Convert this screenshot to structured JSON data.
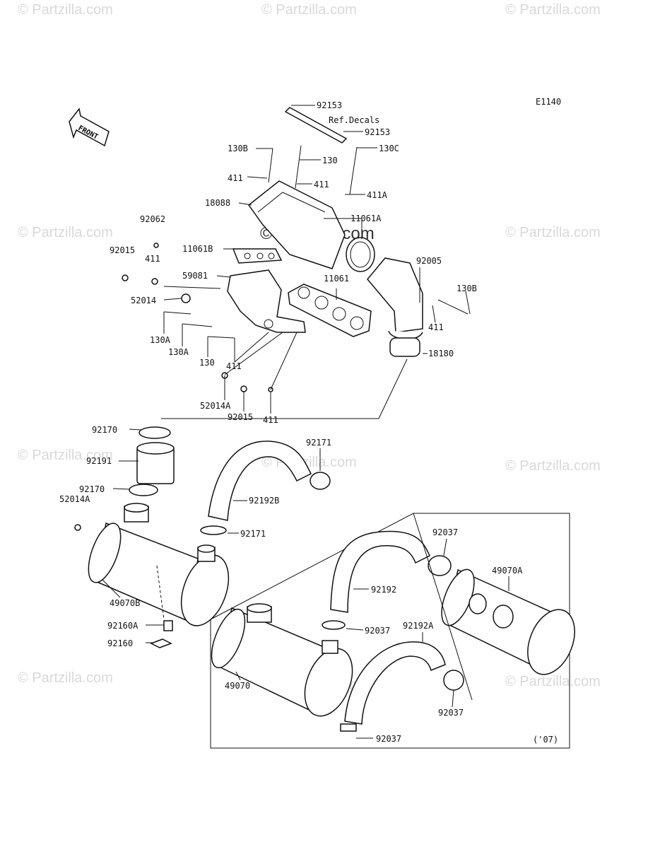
{
  "diagram_code": "E1140",
  "watermark": "© Partzilla.com",
  "center_watermark": "© Partzilla.com",
  "front_label": "FRONT",
  "ref_decals": "Ref.Decals",
  "year_note": "('07)",
  "callouts": [
    "92153",
    "92153",
    "130B",
    "130",
    "130C",
    "411",
    "411",
    "411A",
    "18088",
    "11061A",
    "92062",
    "411",
    "92015",
    "11061B",
    "92005",
    "59081",
    "11061",
    "130B",
    "52014",
    "411",
    "130A",
    "130A",
    "130",
    "411",
    "18180",
    "52014A",
    "92015",
    "411",
    "92170",
    "92171",
    "92191",
    "92170",
    "52014A",
    "92192B",
    "92171",
    "92037",
    "49070A",
    "49070B",
    "92192",
    "92160A",
    "92037",
    "92192A",
    "92160",
    "49070",
    "92037",
    "92037"
  ]
}
